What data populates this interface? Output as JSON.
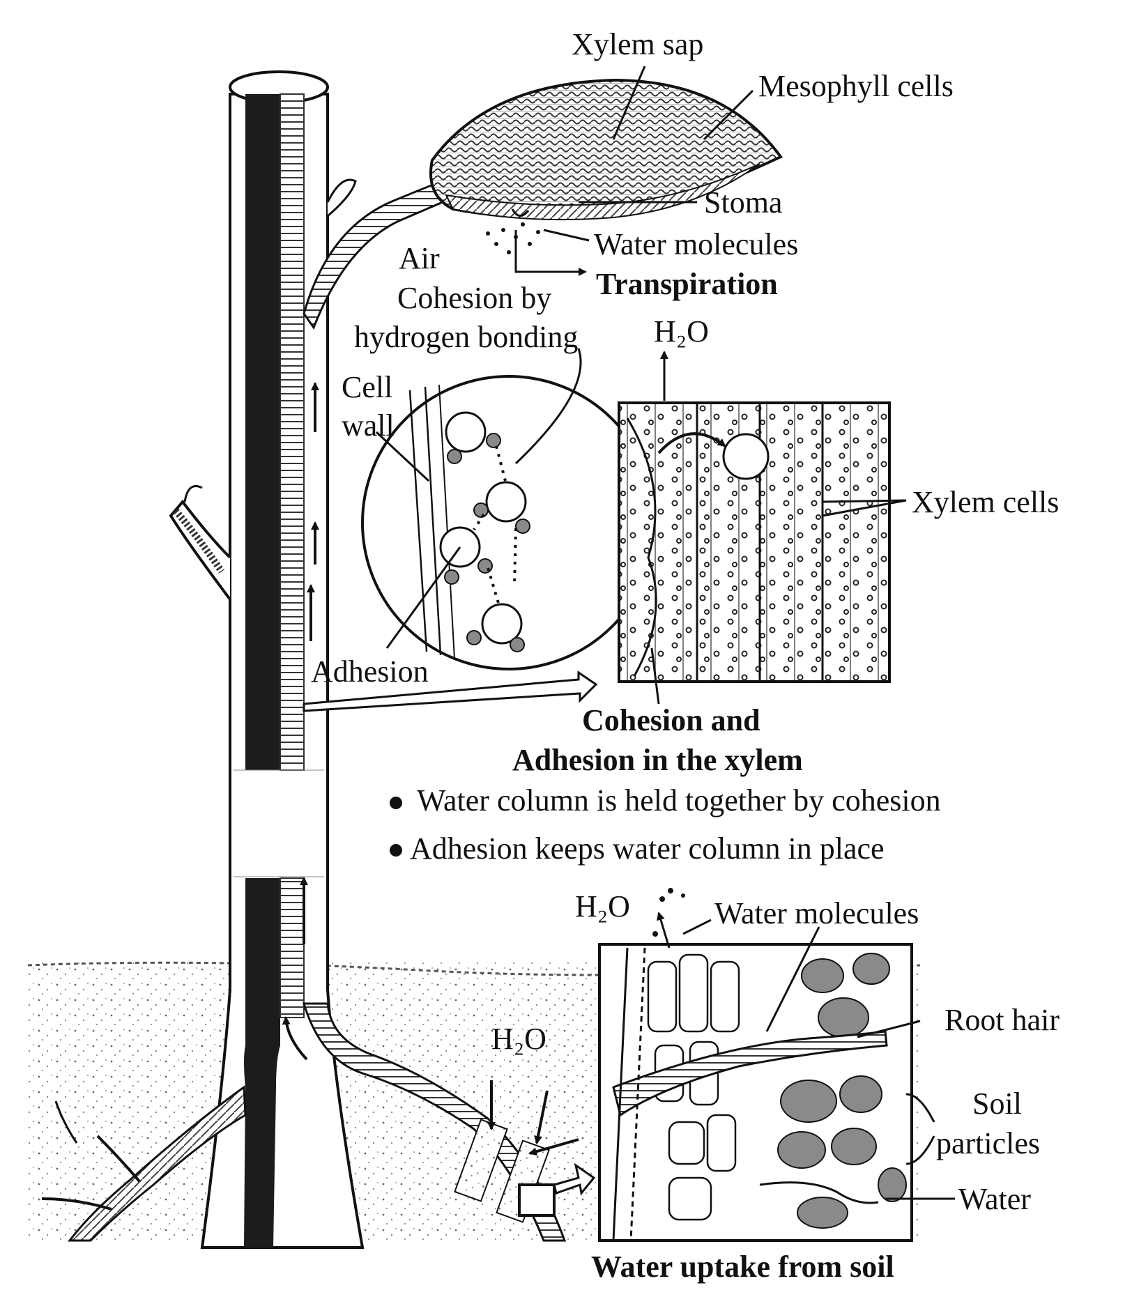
{
  "labels": {
    "xylem_sap": "Xylem sap",
    "mesophyll_cells": "Mesophyll cells",
    "stoma": "Stoma",
    "air": "Air",
    "water_molecules_top": "Water molecules",
    "transpiration": "Transpiration",
    "cohesion_by_1": "Cohesion by",
    "cohesion_by_2": "hydrogen bonding",
    "h2o_top": "H₂O",
    "cell_wall_1": "Cell",
    "cell_wall_2": "wall",
    "xylem_cells": "Xylem cells",
    "adhesion": "Adhesion",
    "cohesion_adhesion_1": "Cohesion and",
    "cohesion_adhesion_2": "Adhesion in the xylem",
    "bullet_1": "Water column is held together by cohesion",
    "bullet_2": "Adhesion keeps water column in place",
    "h2o_mid": "H₂O",
    "water_molecules_bottom": "Water molecules",
    "root_hair": "Root hair",
    "h2o_soil": "H₂O",
    "soil_particles_1": "Soil",
    "soil_particles_2": "particles",
    "water": "Water",
    "water_uptake": "Water uptake from soil"
  },
  "colors": {
    "ink": "#111111",
    "xylem_dark": "#1c1c1c",
    "paper": "#ffffff",
    "grey": "#8a8a8a",
    "light_grey": "#cfcfcf"
  }
}
